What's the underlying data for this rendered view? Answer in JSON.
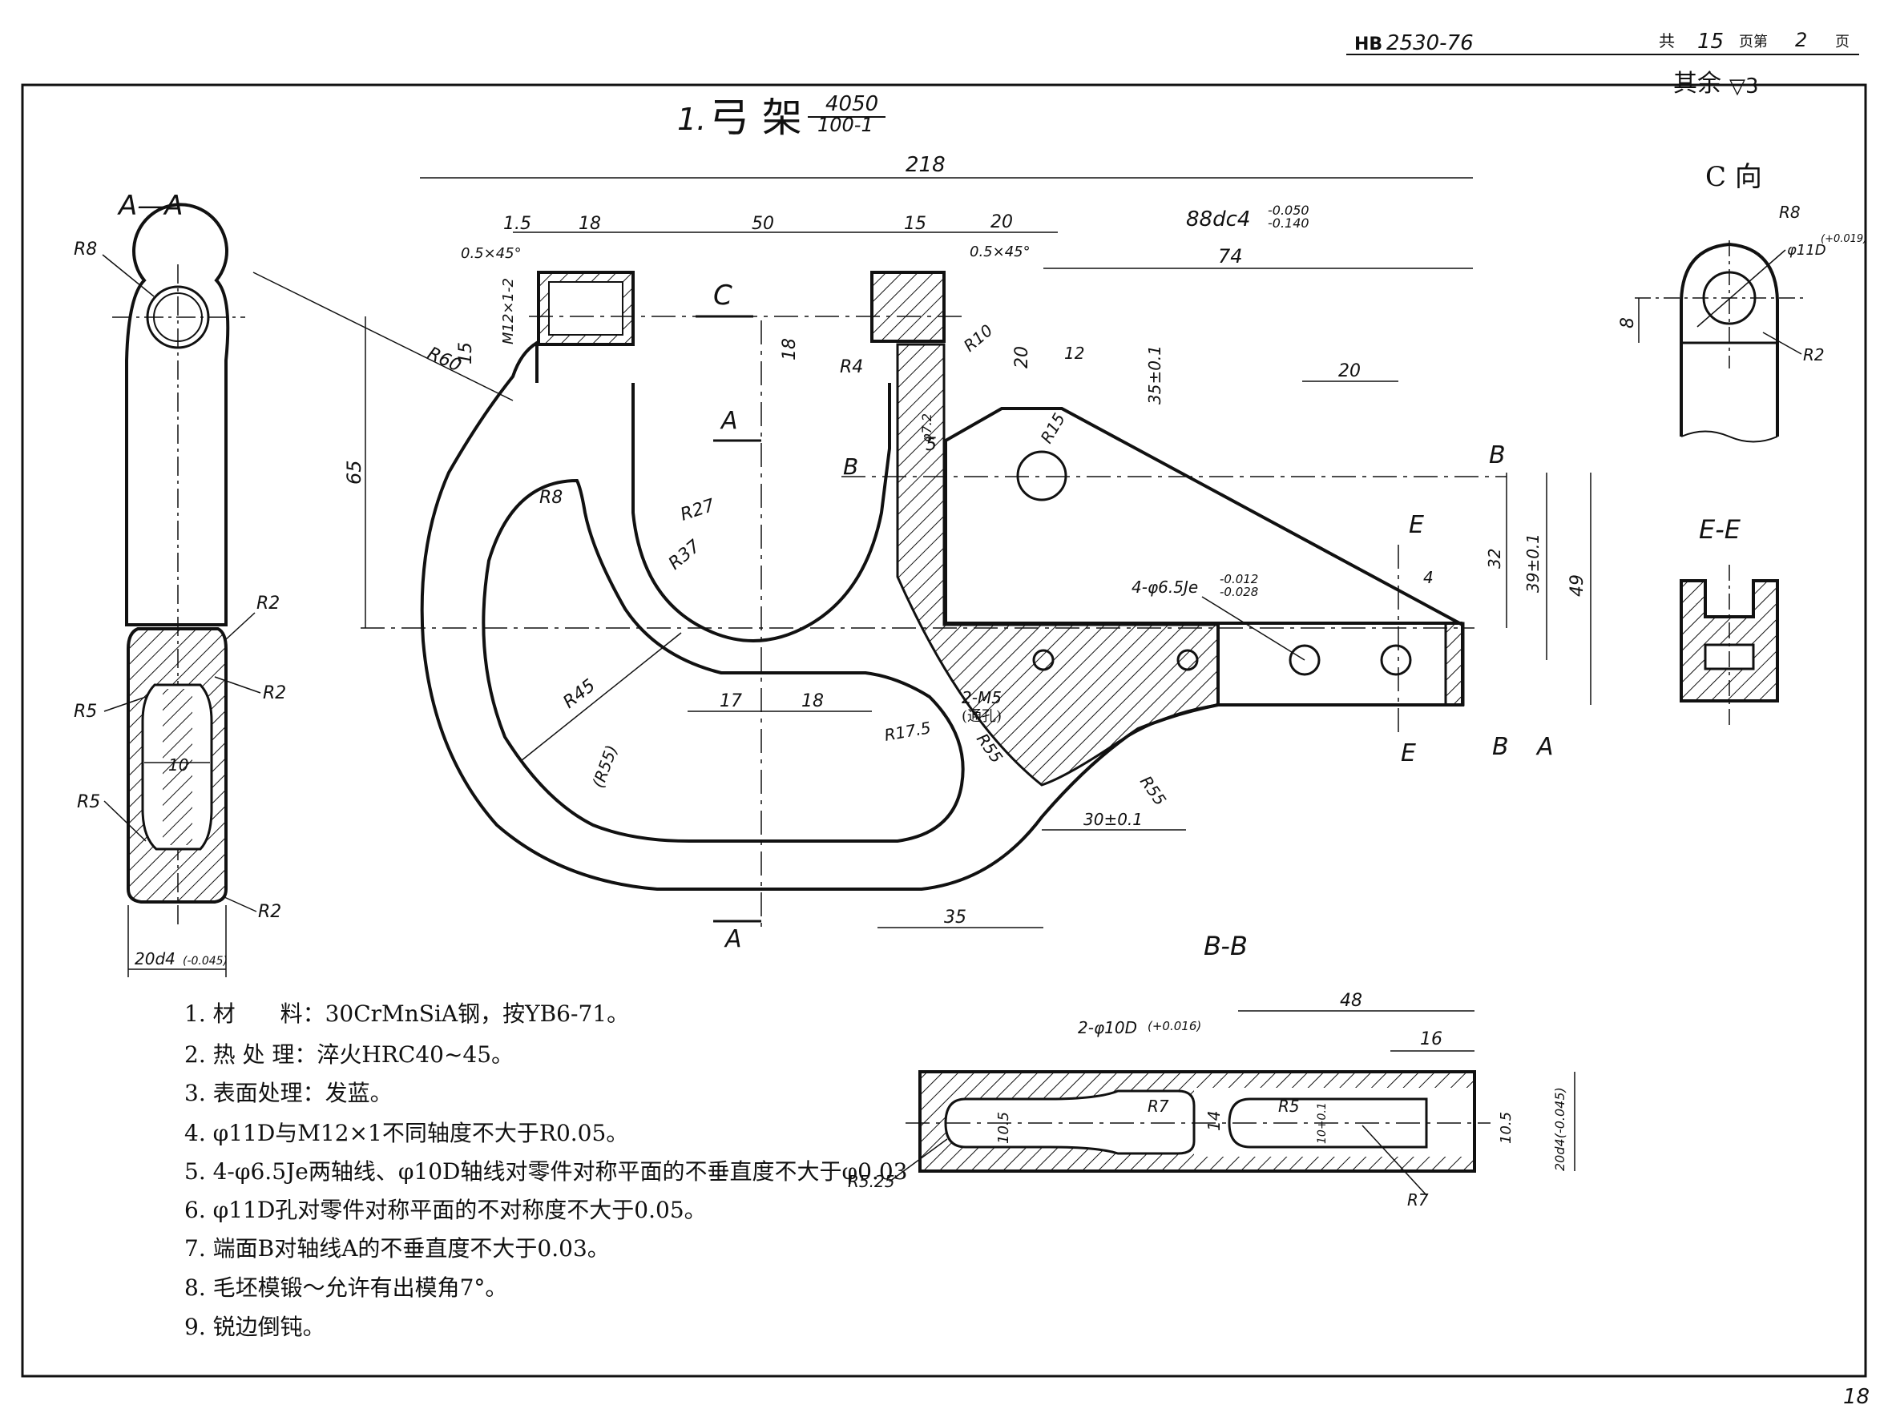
{
  "header": {
    "standard_prefix": "HB",
    "standard_code": "2530-76",
    "total_label": "共",
    "total_pages": "15",
    "page_label": "页第",
    "page_no": "2",
    "page_suffix": "页"
  },
  "title": {
    "number": "1.",
    "name": "弓 架",
    "code_top": "4050",
    "code_bottom": "100-1"
  },
  "surface_note": {
    "text": "其余",
    "symbol": "▽3"
  },
  "views": {
    "section_aa": "A—A",
    "view_c": "C 向",
    "section_ee": "E-E",
    "section_bb": "B-B"
  },
  "cut_markers": {
    "a": "A",
    "b": "B",
    "c": "C",
    "e": "E"
  },
  "dimensions": {
    "main": {
      "overall": "218",
      "d_1_5": "1.5",
      "d_18": "18",
      "d_50": "50",
      "d_15": "15",
      "d_20": "20",
      "d_88": "88dc4",
      "d_88_tol_upper": "-0.050",
      "d_88_tol_lower": "-0.140",
      "d_74": "74",
      "chamfer_left": "0.5×45°",
      "chamfer_right": "0.5×45°",
      "thread": "M12×1-2",
      "d_15v": "15",
      "r60": "R60",
      "d_65": "65",
      "d_18v": "18",
      "r4": "R4",
      "r10": "R10",
      "d_20v": "20",
      "d_12": "12",
      "d_35": "35±0.1",
      "d_20h": "20",
      "phi7_2": "φ7.2",
      "d_5": "5",
      "r15": "R15",
      "r27": "R27",
      "r37": "R37",
      "r8": "R8",
      "r45": "R45",
      "r55_paren": "(R55)",
      "d_17": "17",
      "d_18h": "18",
      "r17_5": "R17.5",
      "r55": "R55",
      "r55b": "R55",
      "m5": "2-M5",
      "m5_note": "(通孔)",
      "holes": "4-φ6.5Je",
      "holes_tol_upper": "-0.012",
      "holes_tol_lower": "-0.028",
      "d_4": "4",
      "d_32": "32",
      "d_39": "39±0.1",
      "d_49": "49",
      "d_30": "30±0.1",
      "d_35b": "35"
    },
    "aa": {
      "r8": "R8",
      "r2a": "R2",
      "r2b": "R2",
      "r2c": "R2",
      "r5a": "R5",
      "r5b": "R5",
      "d_10": "10",
      "width": "20d4",
      "width_tol": "(-0.045)"
    },
    "c": {
      "r8": "R8",
      "phi11": "φ11D",
      "phi11_tol": "(+0.019)",
      "d_8": "8",
      "r2": "R2"
    },
    "bb": {
      "d_48": "48",
      "holes": "2-φ10D",
      "holes_tol": "(+0.016)",
      "d_16": "16",
      "r7a": "R7",
      "r5": "R5",
      "d_10_tol": "10+0.1",
      "d_10_5a": "10.5",
      "d_14": "14",
      "d_10_5b": "10.5",
      "width": "20d4(-0.045)",
      "r5_25": "R5.25",
      "r7b": "R7"
    }
  },
  "notes": [
    "1. 材　　料：30CrMnSiA钢，按YB6-71。",
    "2. 热 处 理：淬火HRC40~45。",
    "3. 表面处理：发蓝。",
    "4. φ11D与M12×1不同轴度不大于R0.05。",
    "5. 4-φ6.5Je两轴线、φ10D轴线对零件对称平面的不垂直度不大于φ0.03",
    "6. φ11D孔对零件对称平面的不对称度不大于0.05。",
    "7. 端面B对轴线A的不垂直度不大于0.03。",
    "8. 毛坯模锻～允许有出模角7°。",
    "9. 锐边倒钝。"
  ],
  "footer": {
    "page_number": "18"
  }
}
